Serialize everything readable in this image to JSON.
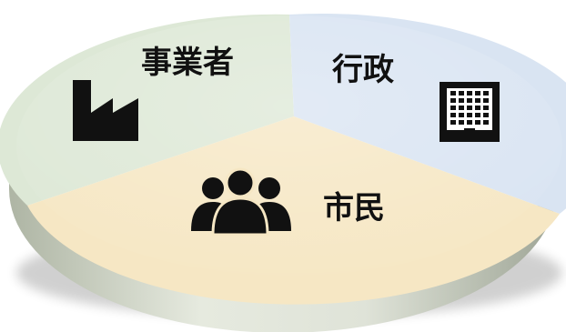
{
  "diagram": {
    "segments": [
      {
        "label": "事業者",
        "icon": "factory-icon",
        "color": "#dde8d6"
      },
      {
        "label": "行政",
        "icon": "building-icon",
        "color": "#d9e4f2"
      },
      {
        "label": "市民",
        "icon": "people-icon",
        "color": "#f6e7c4"
      }
    ],
    "rim_color": "#d2d8c8",
    "icon_color": "#111111"
  }
}
